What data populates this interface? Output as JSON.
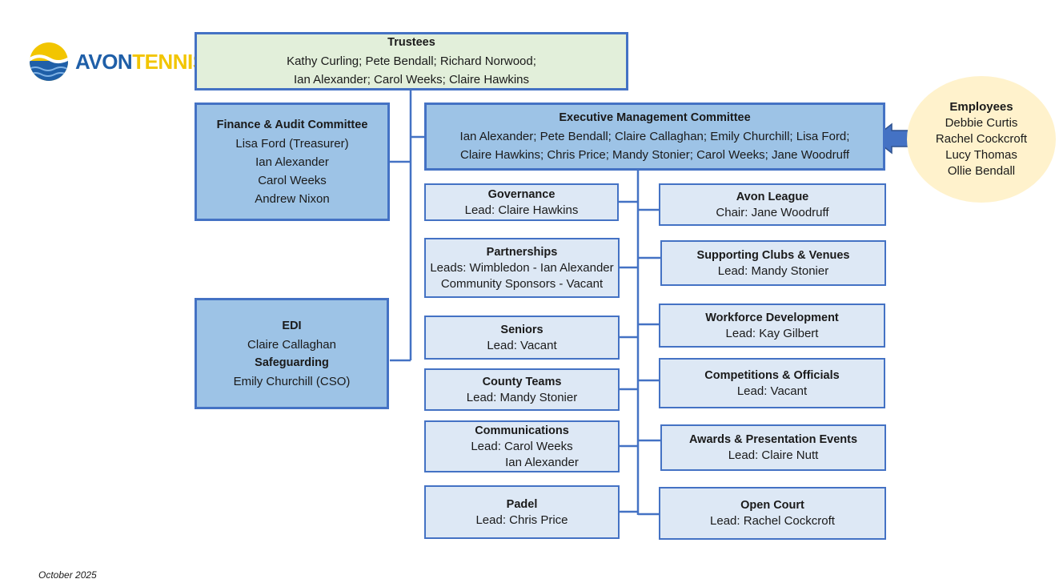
{
  "logo": {
    "word1": "AVON",
    "word2": "TENNIS"
  },
  "trustees": {
    "title": "Trustees",
    "lines": [
      "Kathy Curling; Pete Bendall; Richard Norwood;",
      "Ian Alexander; Carol Weeks; Claire Hawkins"
    ]
  },
  "finance": {
    "title": "Finance & Audit Committee",
    "lines": [
      "Lisa Ford (Treasurer)",
      "Ian Alexander",
      "Carol Weeks",
      "Andrew Nixon"
    ]
  },
  "edi": {
    "title": "EDI",
    "line1": "Claire Callaghan",
    "title2": "Safeguarding",
    "line2": "Emily Churchill (CSO)"
  },
  "executive": {
    "title": "Executive Management Committee",
    "lines": [
      "Ian Alexander; Pete Bendall; Claire Callaghan; Emily Churchill;  Lisa Ford;",
      "Claire Hawkins; Chris Price; Mandy Stonier; Carol Weeks; Jane Woodruff"
    ]
  },
  "employees": {
    "title": "Employees",
    "names": [
      "Debbie Curtis",
      "Rachel Cockcroft",
      "Lucy Thomas",
      "Ollie Bendall"
    ]
  },
  "left_groups": [
    {
      "title": "Governance",
      "lines": [
        "Lead: Claire Hawkins"
      ]
    },
    {
      "title": "Partnerships",
      "lines": [
        "Leads: Wimbledon - Ian Alexander",
        "Community Sponsors - Vacant"
      ]
    },
    {
      "title": "Seniors",
      "lines": [
        "Lead: Vacant"
      ]
    },
    {
      "title": "County Teams",
      "lines": [
        "Lead: Mandy Stonier"
      ]
    },
    {
      "title": "Communications",
      "lines": [
        "Lead: Carol Weeks",
        "Ian Alexander"
      ]
    },
    {
      "title": "Padel",
      "lines": [
        "Lead: Chris Price"
      ]
    }
  ],
  "right_groups": [
    {
      "title": "Avon League",
      "lines": [
        "Chair: Jane Woodruff"
      ]
    },
    {
      "title": "Supporting Clubs & Venues",
      "lines": [
        "Lead: Mandy Stonier"
      ]
    },
    {
      "title": "Workforce Development",
      "lines": [
        "Lead: Kay Gilbert"
      ]
    },
    {
      "title": "Competitions & Officials",
      "lines": [
        "Lead: Vacant"
      ]
    },
    {
      "title": "Awards & Presentation Events",
      "lines": [
        "Lead: Claire Nutt"
      ]
    },
    {
      "title": "Open Court",
      "lines": [
        "Lead: Rachel Cockcroft"
      ]
    }
  ],
  "footer": {
    "date": "October 2025"
  },
  "colors": {
    "border": "#4472c4",
    "light_box": "#dde8f5",
    "mid_box": "#9dc3e6",
    "trustees_bg": "#e2efda",
    "employees_bg": "#fff2cc",
    "arrow": "#4472c4",
    "logo_blue": "#1f5fa8",
    "logo_yellow": "#f2c500"
  }
}
